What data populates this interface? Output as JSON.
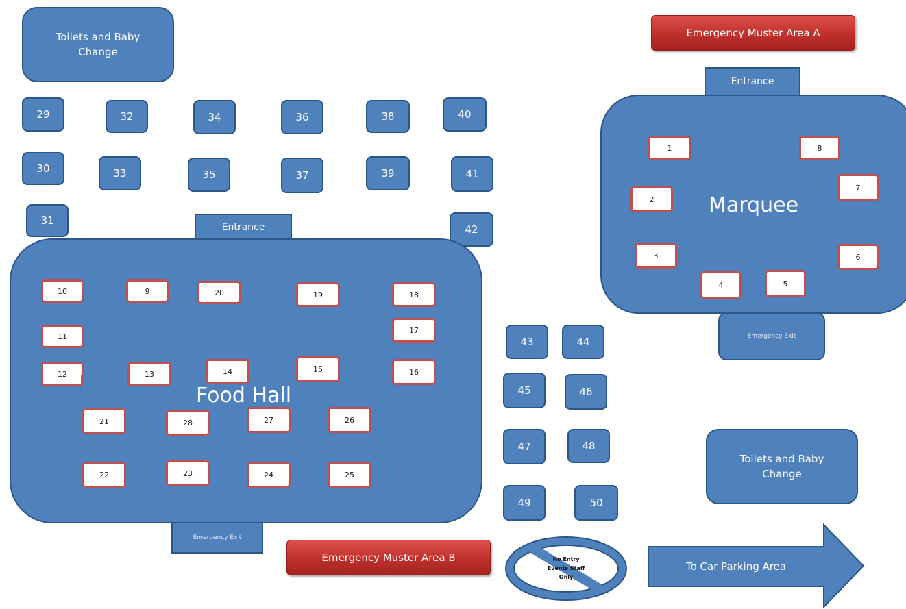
{
  "colors": {
    "shape_fill": "#4f81bd",
    "shape_border": "#2c5686",
    "table_border": "#c0504d",
    "muster": "#c0302b"
  },
  "toilets_top_left": "Toilets and Baby Change",
  "toilets_bottom_right": "Toilets and Baby Change",
  "muster_a": "Emergency Muster Area A",
  "muster_b": "Emergency Muster Area B",
  "marquee": {
    "label": "Marquee",
    "entrance": "Entrance",
    "exit": "Emergency   Exit",
    "tables": [
      "1",
      "2",
      "3",
      "4",
      "5",
      "6",
      "7",
      "8"
    ]
  },
  "food_hall": {
    "label": "Food Hall",
    "entrance": "Entrance",
    "exit": "Emergency   Exit",
    "tables": [
      "9",
      "10",
      "11",
      "12",
      "13",
      "14",
      "15",
      "16",
      "17",
      "18",
      "19",
      "20",
      "21",
      "22",
      "23",
      "24",
      "25",
      "26",
      "27",
      "28"
    ]
  },
  "stalls": [
    "29",
    "30",
    "31",
    "32",
    "33",
    "34",
    "35",
    "36",
    "37",
    "38",
    "39",
    "40",
    "41",
    "42",
    "43",
    "44",
    "45",
    "46",
    "47",
    "48",
    "49",
    "50"
  ],
  "no_entry": "No Entry Events Staff Only",
  "car_park": "To Car Parking Area"
}
